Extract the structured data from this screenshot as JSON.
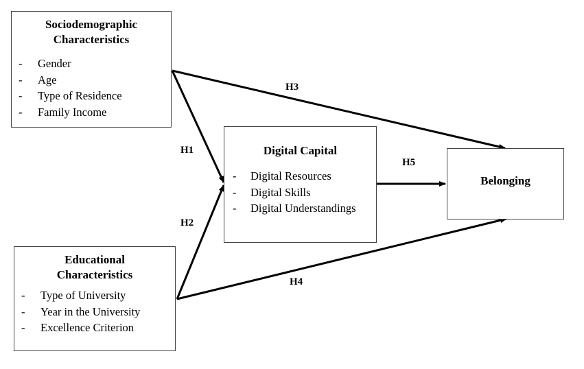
{
  "boxes": {
    "sociodemographic": {
      "title_line1": "Sociodemographic",
      "title_line2": "Characteristics",
      "items": [
        "Gender",
        "Age",
        "Type of Residence",
        "Family Income"
      ]
    },
    "educational": {
      "title_line1": "Educational",
      "title_line2": "Characteristics",
      "items": [
        "Type of University",
        "Year in the University",
        "Excellence Criterion"
      ]
    },
    "digital_capital": {
      "title": "Digital Capital",
      "items": [
        "Digital Resources",
        "Digital Skills",
        "Digital Understandings"
      ]
    },
    "belonging": {
      "title": "Belonging"
    }
  },
  "bullet": "-",
  "hypotheses": {
    "h1": "H1",
    "h2": "H2",
    "h3": "H3",
    "h4": "H4",
    "h5": "H5"
  },
  "colors": {
    "line": "#000000",
    "box_border": "#444444"
  }
}
